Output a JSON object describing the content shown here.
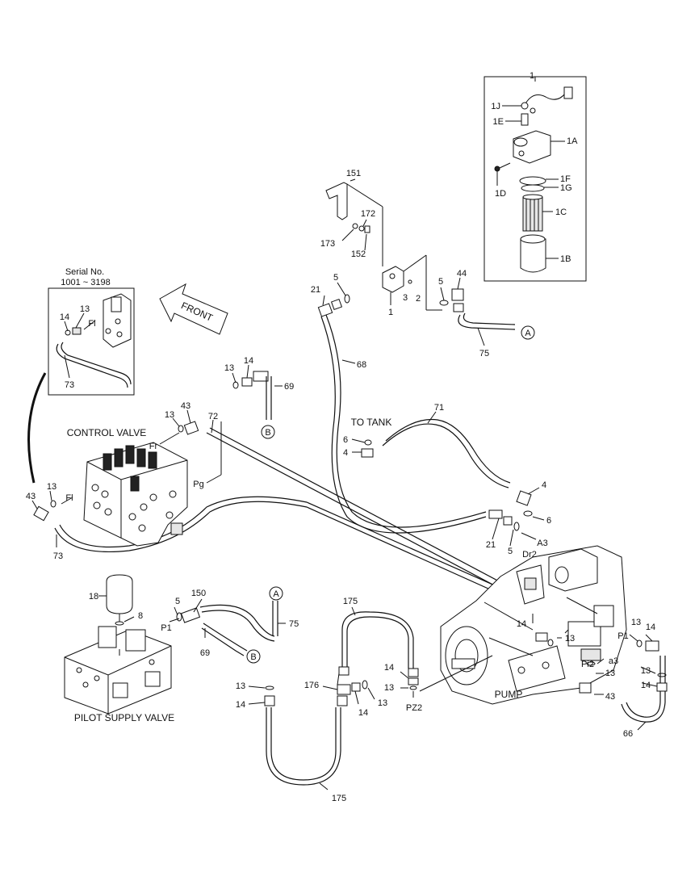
{
  "labels": {
    "group1": "1",
    "p1J": "1J",
    "p1E": "1E",
    "p1A": "1A",
    "p1F": "1F",
    "p1G": "1G",
    "p1D": "1D",
    "p1C": "1C",
    "p1B": "1B",
    "p151": "151",
    "p172": "172",
    "p173": "173",
    "p152": "152",
    "p5a": "5",
    "p21a": "21",
    "p3": "3",
    "p2": "2",
    "p1filter": "1",
    "p5b": "5",
    "p44": "44",
    "p75a": "75",
    "p68": "68",
    "p13a": "13",
    "p14a": "14",
    "p69a": "69",
    "p71": "71",
    "p6a": "6",
    "p4a": "4",
    "p4b": "4",
    "p6b": "6",
    "p21b": "21",
    "p5c": "5",
    "p13b": "13",
    "p43a": "43",
    "p72": "72",
    "p43b": "43",
    "p13c": "13",
    "p73a": "73",
    "p14b": "14",
    "p13d": "13",
    "p73b": "73",
    "p18": "18",
    "p8": "8",
    "p5d": "5",
    "p150": "150",
    "p75b": "75",
    "p69b": "69",
    "p175a": "175",
    "p14c": "14",
    "p13e": "13",
    "p13f": "13",
    "p14d": "14",
    "p13g": "13",
    "p14e": "14",
    "p13h": "13",
    "p43c": "43",
    "p13i": "13",
    "p14f": "14",
    "p14g": "14",
    "p13j": "13",
    "p66": "66",
    "p13k": "13",
    "p14h": "14",
    "p176": "176",
    "p14i": "14",
    "p13l": "13",
    "p175b": "175"
  },
  "ports": {
    "fr": "Fr",
    "pg": "Pg",
    "fl_main": "Fl",
    "fl_inset": "Fl",
    "p1_pilot": "P1",
    "p1_pump": "P1",
    "pi2": "Pi2",
    "a3_lower": "a3",
    "a3_upper": "A3",
    "dr2": "Dr2",
    "pz2": "PZ2"
  },
  "refs": {
    "a1": "A",
    "a2": "A",
    "b1": "B",
    "b2": "B"
  },
  "captions": {
    "serial_line1": "Serial No.",
    "serial_line2": "1001 ~ 3198",
    "front": "FRONT",
    "to_tank": "TO  TANK",
    "control_valve": "CONTROL VALVE",
    "pump": "PUMP",
    "pilot_supply_valve": "PILOT SUPPLY VALVE"
  }
}
